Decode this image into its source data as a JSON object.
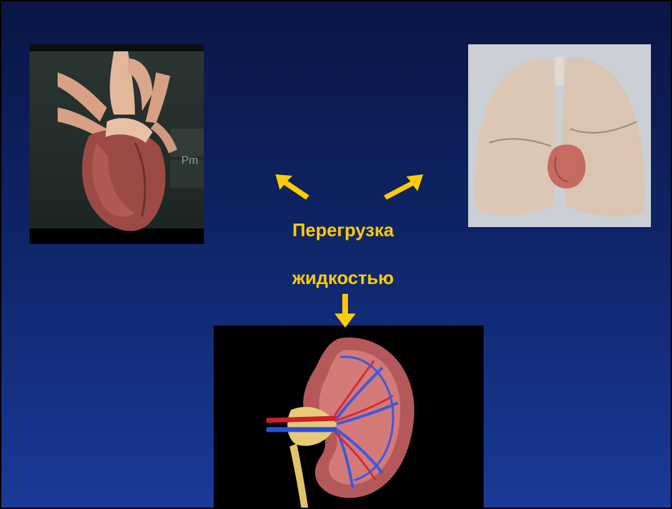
{
  "slide": {
    "text_line_1": "Перегрузка",
    "text_line_2": "жидкостью",
    "accent_color": "#ffcc00",
    "background_color": "#13297a"
  },
  "images": {
    "heart": {
      "icon": "heart-illustration",
      "overlay_text": "Pm"
    },
    "lungs": {
      "icon": "lungs-photo"
    },
    "kidney": {
      "icon": "kidney-cross-section-illustration"
    }
  }
}
